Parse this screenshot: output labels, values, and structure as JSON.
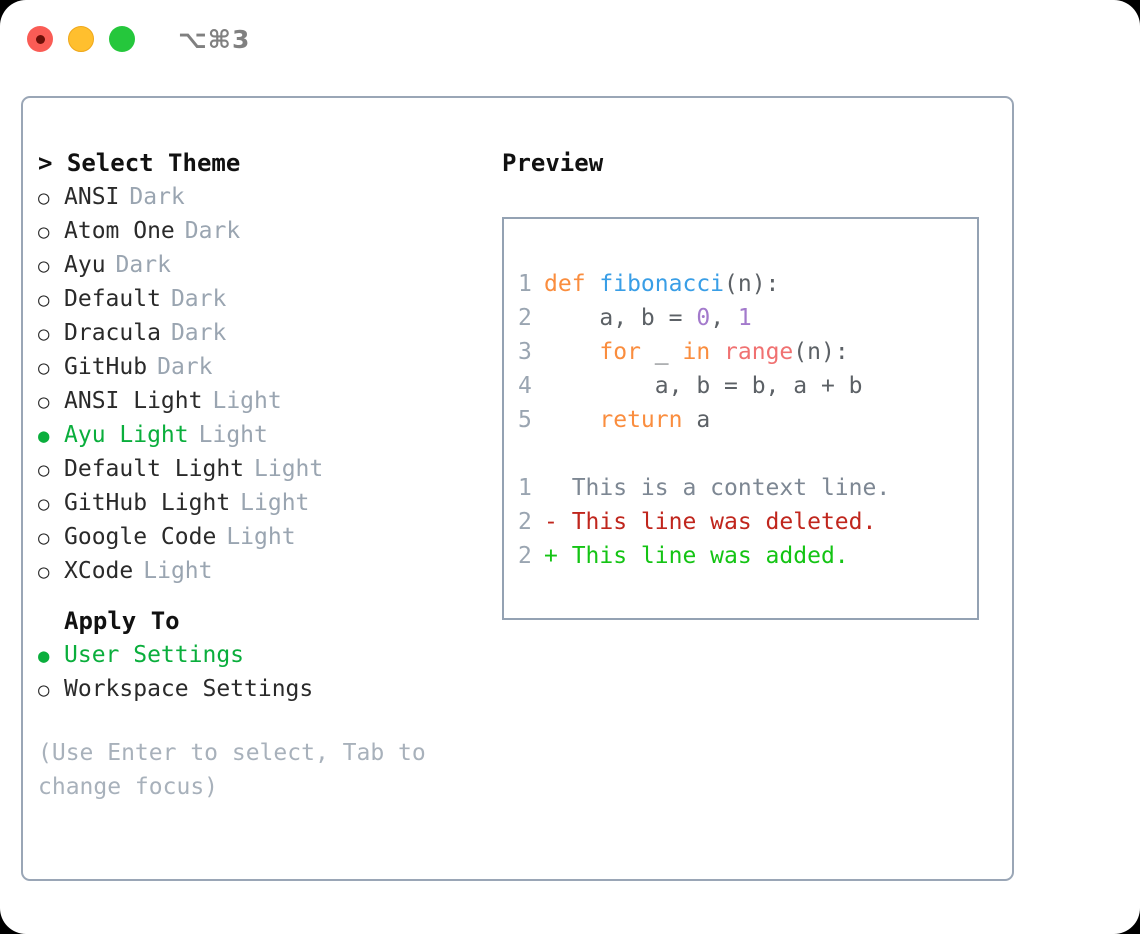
{
  "titlebar": {
    "buttons": [
      {
        "name": "close",
        "color": "#fa5c55"
      },
      {
        "name": "minimize",
        "color": "#ffbf2e"
      },
      {
        "name": "maximize",
        "color": "#25c73c"
      }
    ],
    "shortcut": "⌥⌘3"
  },
  "theme_section": {
    "header": "> Select Theme",
    "items": [
      {
        "marker": "○",
        "name": "ANSI",
        "category": "Dark",
        "selected": false
      },
      {
        "marker": "○",
        "name": "Atom One",
        "category": "Dark",
        "selected": false
      },
      {
        "marker": "○",
        "name": "Ayu",
        "category": "Dark",
        "selected": false
      },
      {
        "marker": "○",
        "name": "Default",
        "category": "Dark",
        "selected": false
      },
      {
        "marker": "○",
        "name": "Dracula",
        "category": "Dark",
        "selected": false
      },
      {
        "marker": "○",
        "name": "GitHub",
        "category": "Dark",
        "selected": false
      },
      {
        "marker": "○",
        "name": "ANSI Light",
        "category": "Light",
        "selected": false
      },
      {
        "marker": "●",
        "name": "Ayu Light",
        "category": "Light",
        "selected": true
      },
      {
        "marker": "○",
        "name": "Default Light",
        "category": "Light",
        "selected": false
      },
      {
        "marker": "○",
        "name": "GitHub Light",
        "category": "Light",
        "selected": false
      },
      {
        "marker": "○",
        "name": "Google Code",
        "category": "Light",
        "selected": false
      },
      {
        "marker": "○",
        "name": "XCode",
        "category": "Light",
        "selected": false
      }
    ]
  },
  "apply_section": {
    "header": "Apply To",
    "items": [
      {
        "marker": "●",
        "name": "User Settings",
        "selected": true
      },
      {
        "marker": "○",
        "name": "Workspace Settings",
        "selected": false
      }
    ]
  },
  "hint": "(Use Enter to select, Tab to change focus)",
  "preview": {
    "title": "Preview",
    "code_lines": [
      {
        "number": "1",
        "tokens": [
          {
            "text": "def ",
            "type": "keyword"
          },
          {
            "text": "fibonacci",
            "type": "function"
          },
          {
            "text": "(n):",
            "type": "plain"
          }
        ]
      },
      {
        "number": "2",
        "tokens": [
          {
            "text": "    a, b = ",
            "type": "plain"
          },
          {
            "text": "0",
            "type": "number"
          },
          {
            "text": ", ",
            "type": "plain"
          },
          {
            "text": "1",
            "type": "number"
          }
        ]
      },
      {
        "number": "3",
        "tokens": [
          {
            "text": "    ",
            "type": "plain"
          },
          {
            "text": "for",
            "type": "keyword"
          },
          {
            "text": " _ ",
            "type": "plain"
          },
          {
            "text": "in",
            "type": "keyword"
          },
          {
            "text": " ",
            "type": "plain"
          },
          {
            "text": "range",
            "type": "call"
          },
          {
            "text": "(n):",
            "type": "plain"
          }
        ]
      },
      {
        "number": "4",
        "tokens": [
          {
            "text": "        a, b = b, a + b",
            "type": "plain"
          }
        ]
      },
      {
        "number": "5",
        "tokens": [
          {
            "text": "    ",
            "type": "plain"
          },
          {
            "text": "return",
            "type": "keyword"
          },
          {
            "text": " a",
            "type": "plain"
          }
        ]
      }
    ],
    "diff_lines": [
      {
        "number": "1",
        "text": "  This is a context line.",
        "type": "context"
      },
      {
        "number": "2",
        "text": "- This line was deleted.",
        "type": "deleted"
      },
      {
        "number": "2",
        "text": "+ This line was added.",
        "type": "added"
      }
    ]
  },
  "colors": {
    "accent_green": "#0aae3c",
    "muted_gray": "#9aa5b1",
    "keyword_orange": "#fa8d3e",
    "function_blue": "#399ee6",
    "number_purple": "#a37acc",
    "call_red": "#f07171",
    "diff_deleted": "#c0261d",
    "diff_added": "#14c414",
    "border": "#94a2b3"
  }
}
